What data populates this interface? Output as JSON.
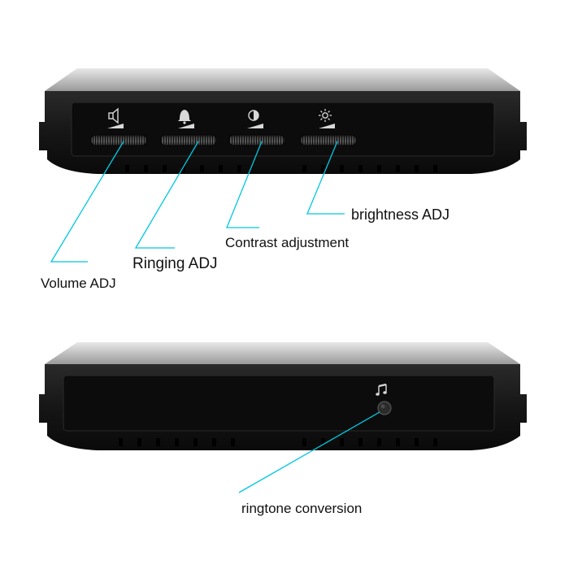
{
  "callouts": {
    "volume": "Volume ADJ",
    "ringing": "Ringing ADJ",
    "contrast": "Contrast adjustment",
    "brightness": "brightness ADJ",
    "ringtone": "ringtone conversion"
  },
  "icons": {
    "volume": "speaker-icon",
    "ringing": "bell-icon",
    "contrast": "contrast-icon",
    "brightness": "sun-icon",
    "ringtone": "music-note-icon"
  },
  "colors": {
    "leader_line": "#00c8e0",
    "device_body": "#1a1a1a",
    "panel_face": "#0c0c0c",
    "background": "#ffffff"
  }
}
